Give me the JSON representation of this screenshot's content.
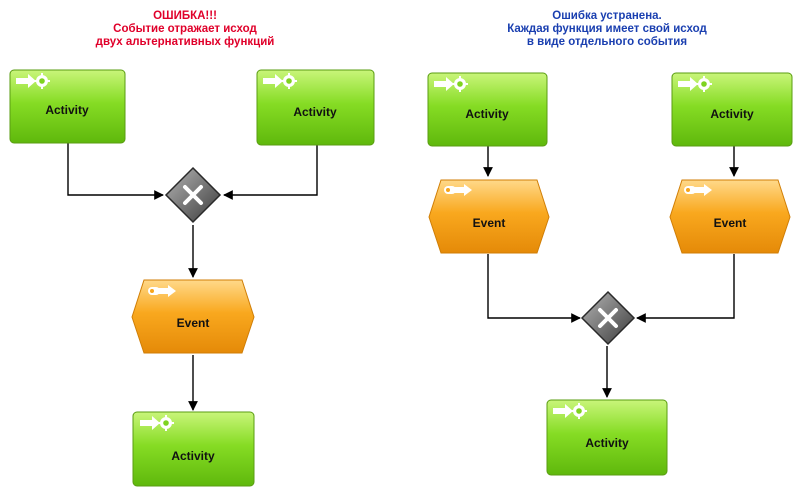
{
  "colors": {
    "error_title": "#e0002a",
    "fixed_title": "#1a3fb0",
    "activity_fill": "#7ed320",
    "event_fill": "#f7a51c",
    "connector": "#000000"
  },
  "left": {
    "title_lines": [
      "ОШИБКА!!!",
      "Событие отражает исход",
      "двух альтернативных функций"
    ],
    "activity_a": {
      "label": "Activity",
      "icon": "activity-process-icon"
    },
    "activity_b": {
      "label": "Activity",
      "icon": "activity-process-icon"
    },
    "gateway": {
      "type": "xor",
      "icon": "xor-gateway-icon"
    },
    "event": {
      "label": "Event",
      "icon": "event-arrow-icon"
    },
    "activity_c": {
      "label": "Activity",
      "icon": "activity-process-icon"
    }
  },
  "right": {
    "title_lines": [
      "Ошибка устранена.",
      "Каждая функция имеет свой исход",
      "в виде отдельного события"
    ],
    "activity_a": {
      "label": "Activity",
      "icon": "activity-process-icon"
    },
    "activity_b": {
      "label": "Activity",
      "icon": "activity-process-icon"
    },
    "event_a": {
      "label": "Event",
      "icon": "event-arrow-icon"
    },
    "event_b": {
      "label": "Event",
      "icon": "event-arrow-icon"
    },
    "gateway": {
      "type": "xor",
      "icon": "xor-gateway-icon"
    },
    "activity_c": {
      "label": "Activity",
      "icon": "activity-process-icon"
    }
  }
}
